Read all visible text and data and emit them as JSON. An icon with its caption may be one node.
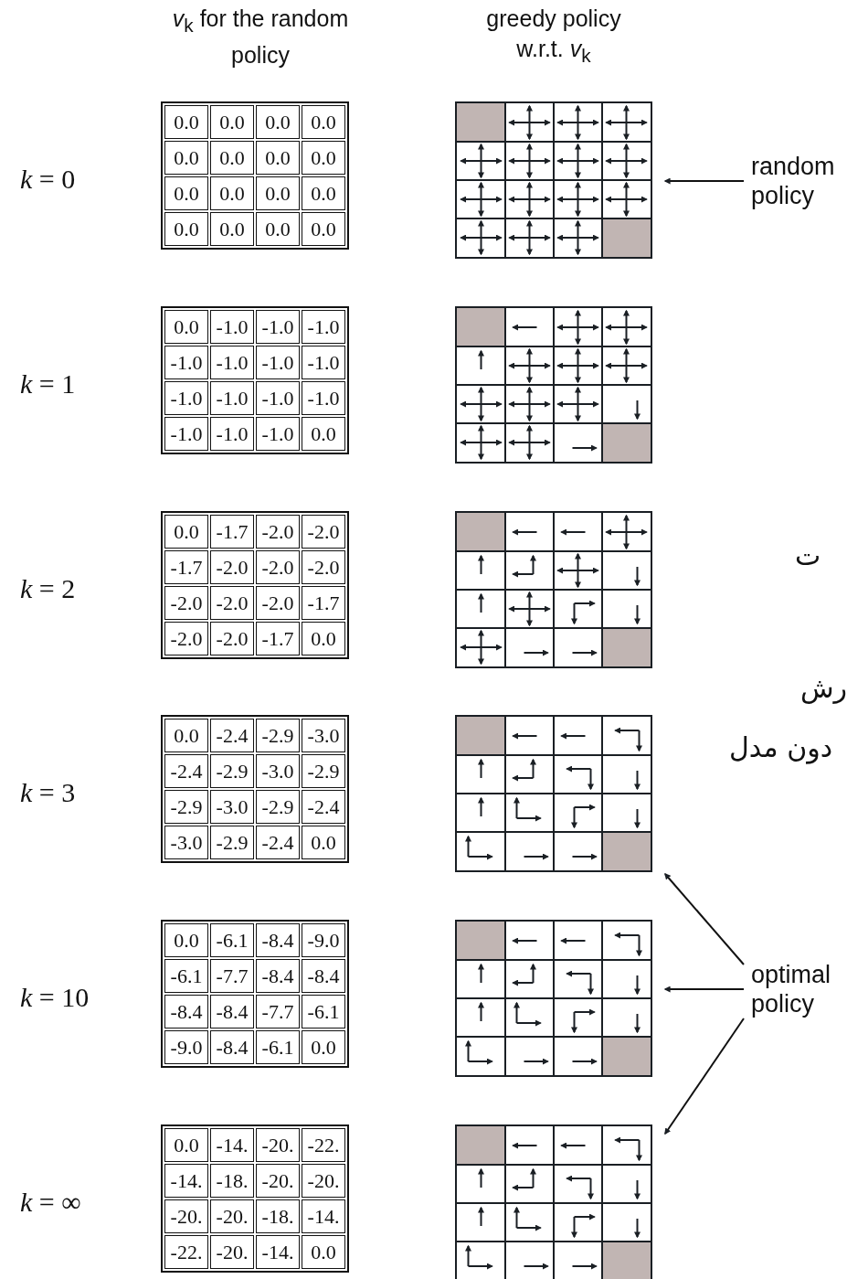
{
  "diagram": {
    "nodes": [
      {
        "text": [],
        "shape": "grid"
      },
      {
        "text": [
          "random policy"
        ]
      },
      {
        "text": [],
        "shape": "grid"
      },
      {
        "text": [],
        "shape": "grid"
      },
      {
        "text": [],
        "shape": "grid"
      },
      {
        "text": [],
        "shape": "grid"
      },
      {
        "text": [
          "optimal policy"
        ]
      },
      {
        "text": [],
        "shape": "grid"
      }
    ],
    "edges": [
      {
        "from": 1,
        "to": 0,
        "arrow": "to"
      },
      {
        "from": 6,
        "to": 4,
        "arrow": "to"
      },
      {
        "from": 6,
        "to": 5,
        "arrow": "to"
      },
      {
        "from": 6,
        "to": 7,
        "arrow": "to"
      }
    ],
    "labels": [
      "*v*$_{k}$ for the random policy",
      "greedy policy w.r.t. *v*$_{k}$",
      "*k* = 0",
      "0.0",
      "0.0",
      "0.0",
      "0.0",
      "0.0",
      "0.0",
      "0.0",
      "0.0",
      "0.0",
      "0.0",
      "0.0",
      "0.0",
      "0.0",
      "0.0",
      "0.0",
      "0.0",
      "*k* = 1",
      "0.0",
      "-1.0",
      "-1.0",
      "-1.0",
      "-1.0",
      "-1.0",
      "-1.0",
      "-1.0",
      "-1.0",
      "-1.0",
      "-1.0",
      "-1.0",
      "-1.0",
      "-1.0",
      "-1.0",
      "0.0",
      "*k* = 2",
      "0.0",
      "-1.7",
      "-2.0",
      "-2.0",
      "-1.7",
      "-2.0",
      "-2.0",
      "-2.0",
      "-2.0",
      "-2.0",
      "-2.0",
      "-1.7",
      "-2.0",
      "-2.0",
      "-1.7",
      "0.0",
      "*k* = 3",
      "0.0",
      "-2.4",
      "-2.9",
      "-3.0",
      "-2.4",
      "-2.9",
      "-3.0",
      "-2.9",
      "-2.9",
      "-3.0",
      "-2.9",
      "-2.4",
      "-3.0",
      "-2.9",
      "-2.4",
      "0.0",
      "*k* = 10",
      "0.0",
      "-6.1",
      "-8.4",
      "-9.0",
      "-6.1",
      "-7.7",
      "-8.4",
      "-8.4",
      "-8.4",
      "-8.4",
      "-7.7",
      "-6.1",
      "-9.0",
      "-8.4",
      "-6.1",
      "0.0",
      "*k* = ∞",
      "0.0",
      "-14.",
      "-20.",
      "-22.",
      "-14.",
      "-18.",
      "-20.",
      "-20.",
      "-20.",
      "-20.",
      "-18.",
      "-14.",
      "-22.",
      "-20.",
      "-14.",
      "0.0",
      "ت",
      "رش",
      "دون مدل"
    ]
  }
}
